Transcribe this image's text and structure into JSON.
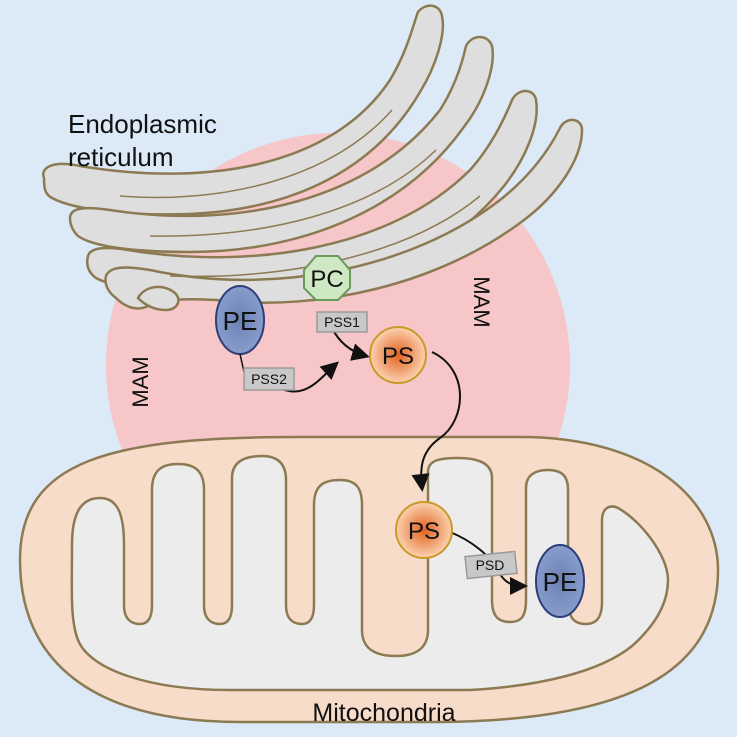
{
  "labels": {
    "er": [
      "Endoplasmic",
      "reticulum"
    ],
    "mam_left": "MAM",
    "mam_right": "MAM",
    "mitochondria": "Mitochondria"
  },
  "molecules": {
    "pe_er": "PE",
    "pc": "PC",
    "ps_mam": "PS",
    "ps_mito": "PS",
    "pe_mito": "PE"
  },
  "enzymes": {
    "pss1": "PSS1",
    "pss2": "PSS2",
    "psd": "PSD"
  },
  "colors": {
    "background": "#dce9f7",
    "mam": "#f6c6c8",
    "er_fill": "#dedede",
    "membrane": "#8c7a52",
    "mito_outer": "#f7dcc9",
    "mito_inner": "#ececec",
    "pe": "#7a8fbf",
    "pc": "#cfe8c4",
    "ps": "#e8844a",
    "enzyme_box": "#c8c8c8"
  }
}
